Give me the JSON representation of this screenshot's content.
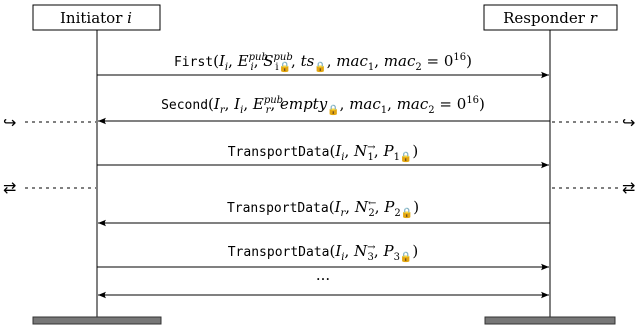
{
  "participants": {
    "initiator": {
      "label": "Initiator",
      "var": "i"
    },
    "responder": {
      "label": "Responder",
      "var": "r"
    }
  },
  "messages": [
    {
      "id": "first",
      "direction": "right",
      "name": "First",
      "parts": [
        {
          "t": "("
        },
        {
          "t": "I",
          "i": true
        },
        {
          "t": "i",
          "i": true,
          "sub": true
        },
        {
          "t": ", "
        },
        {
          "t": "E",
          "i": true
        },
        {
          "t": "pub",
          "i": true,
          "sup": true,
          "stack": "i"
        },
        {
          "t": ", "
        },
        {
          "t": "S",
          "i": true
        },
        {
          "t": "pub",
          "i": true,
          "sup": true,
          "stack": "i🔒"
        },
        {
          "t": ", "
        },
        {
          "t": "ts",
          "i": true
        },
        {
          "t": "🔒",
          "sub": true
        },
        {
          "t": ", "
        },
        {
          "t": "mac",
          "i": true
        },
        {
          "t": "1",
          "sub": true
        },
        {
          "t": ", "
        },
        {
          "t": "mac",
          "i": true
        },
        {
          "t": "2",
          "sub": true
        },
        {
          "t": " = 0"
        },
        {
          "t": "16",
          "sup": true
        },
        {
          "t": ")"
        }
      ]
    },
    {
      "id": "second",
      "direction": "left",
      "name": "Second",
      "parts": [
        {
          "t": "("
        },
        {
          "t": "I",
          "i": true
        },
        {
          "t": "r",
          "i": true,
          "sub": true
        },
        {
          "t": ", "
        },
        {
          "t": "I",
          "i": true
        },
        {
          "t": "i",
          "i": true,
          "sub": true
        },
        {
          "t": ", "
        },
        {
          "t": "E",
          "i": true
        },
        {
          "t": "pub",
          "i": true,
          "sup": true,
          "stack": "r"
        },
        {
          "t": ", "
        },
        {
          "t": "empty",
          "i": true
        },
        {
          "t": "🔒",
          "sub": true
        },
        {
          "t": ", "
        },
        {
          "t": "mac",
          "i": true
        },
        {
          "t": "1",
          "sub": true
        },
        {
          "t": ", "
        },
        {
          "t": "mac",
          "i": true
        },
        {
          "t": "2",
          "sub": true
        },
        {
          "t": " = 0"
        },
        {
          "t": "16",
          "sup": true
        },
        {
          "t": ")"
        }
      ]
    },
    {
      "id": "transport1",
      "direction": "right",
      "name": "TransportData",
      "parts": [
        {
          "t": "("
        },
        {
          "t": "I",
          "i": true
        },
        {
          "t": "i",
          "i": true,
          "sub": true
        },
        {
          "t": ", "
        },
        {
          "t": "N",
          "i": true
        },
        {
          "t": "→",
          "sup": true,
          "stack": "1"
        },
        {
          "t": ", "
        },
        {
          "t": "P",
          "i": true
        },
        {
          "t": "1🔒",
          "sub": true
        },
        {
          "t": ")"
        }
      ]
    },
    {
      "id": "transport2",
      "direction": "left",
      "name": "TransportData",
      "parts": [
        {
          "t": "("
        },
        {
          "t": "I",
          "i": true
        },
        {
          "t": "r",
          "i": true,
          "sub": true
        },
        {
          "t": ", "
        },
        {
          "t": "N",
          "i": true
        },
        {
          "t": "←",
          "sup": true,
          "stack": "2"
        },
        {
          "t": ", "
        },
        {
          "t": "P",
          "i": true
        },
        {
          "t": "2🔒",
          "sub": true
        },
        {
          "t": ")"
        }
      ]
    },
    {
      "id": "transport3",
      "direction": "right",
      "name": "TransportData",
      "parts": [
        {
          "t": "("
        },
        {
          "t": "I",
          "i": true
        },
        {
          "t": "i",
          "i": true,
          "sub": true
        },
        {
          "t": ", "
        },
        {
          "t": "N",
          "i": true
        },
        {
          "t": "→",
          "sup": true,
          "stack": "3"
        },
        {
          "t": ", "
        },
        {
          "t": "P",
          "i": true
        },
        {
          "t": "3🔒",
          "sub": true
        },
        {
          "t": ")"
        }
      ]
    },
    {
      "id": "ellipsis",
      "direction": "both",
      "name": "",
      "label": "···",
      "parts": []
    }
  ],
  "markers": {
    "right_arrow_hook": "↪",
    "exchange": "⇄"
  }
}
